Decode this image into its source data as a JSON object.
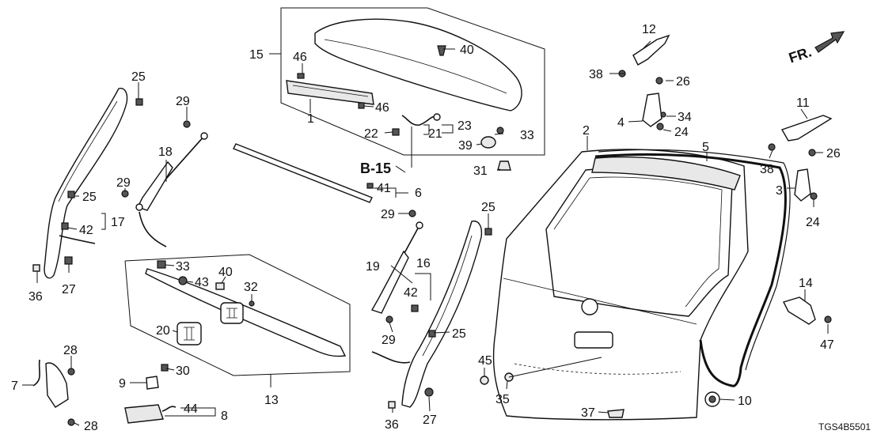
{
  "diagram_code": "TGS4B5501",
  "direction_marker": "FR.",
  "section_ref": "B-15",
  "part_numbers": [
    "1",
    "2",
    "3",
    "4",
    "5",
    "6",
    "7",
    "8",
    "9",
    "10",
    "11",
    "12",
    "13",
    "14",
    "15",
    "16",
    "17",
    "18",
    "19",
    "20",
    "21",
    "22",
    "23",
    "24",
    "25",
    "26",
    "27",
    "28",
    "29",
    "30",
    "31",
    "32",
    "33",
    "34",
    "35",
    "36",
    "37",
    "38",
    "39",
    "40",
    "41",
    "42",
    "43",
    "44",
    "45",
    "46",
    "47"
  ]
}
